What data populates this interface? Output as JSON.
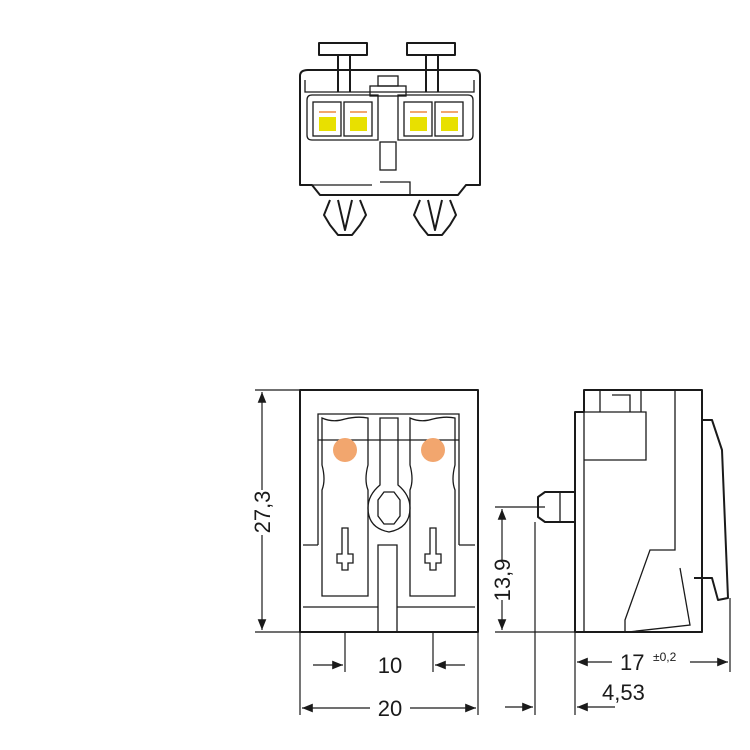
{
  "colors": {
    "line": "#1a1a1a",
    "release_button": "#e8e000",
    "contact_marker": "#f2a66e"
  },
  "dimensions": {
    "height": "27,3",
    "pin_height": "13,9",
    "pitch": "10",
    "width": "20",
    "depth": "17",
    "depth_tolerance": "±0,2",
    "pin_offset": "4,53"
  }
}
